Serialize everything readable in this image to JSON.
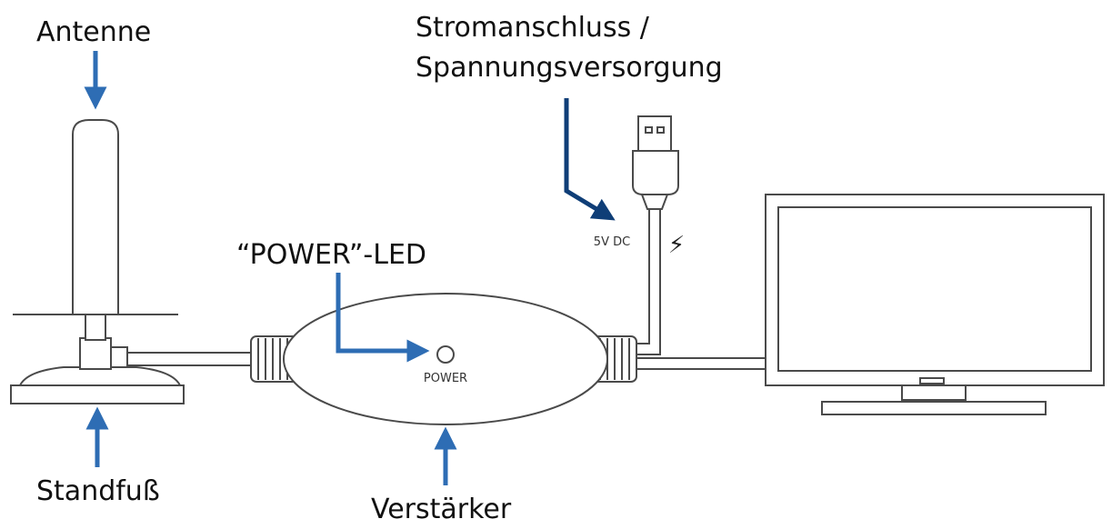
{
  "labels": {
    "antenna": "Antenne",
    "stand": "Standfuß",
    "power_led": "“POWER”-LED",
    "amplifier": "Verstärker",
    "power_supply_line1": "Stromanschluss /",
    "power_supply_line2": "Spannungsversorgung",
    "amp_power_text": "POWER",
    "dc_text": "5V DC",
    "lightning_symbol": "⚡"
  },
  "colors": {
    "arrow": "#2e6db4",
    "arrow_dark": "#0f3e77",
    "outline": "#4a4a4a"
  },
  "icons": {
    "antenna": "antenna-icon",
    "amplifier": "amplifier-icon",
    "usb_plug": "usb-plug-icon",
    "tv": "tv-icon",
    "lightning": "lightning-icon"
  }
}
